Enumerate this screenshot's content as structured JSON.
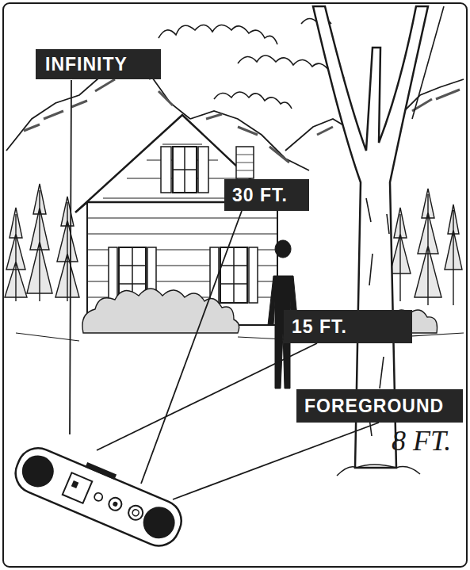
{
  "diagram": {
    "nodes": [
      {
        "text": [
          "INFINITY"
        ]
      },
      {
        "text": [
          "30 FT."
        ]
      },
      {
        "text": [
          "15 FT."
        ]
      },
      {
        "text": [
          "FOREGROUND"
        ]
      }
    ],
    "labels": [
      "8 FT."
    ]
  }
}
